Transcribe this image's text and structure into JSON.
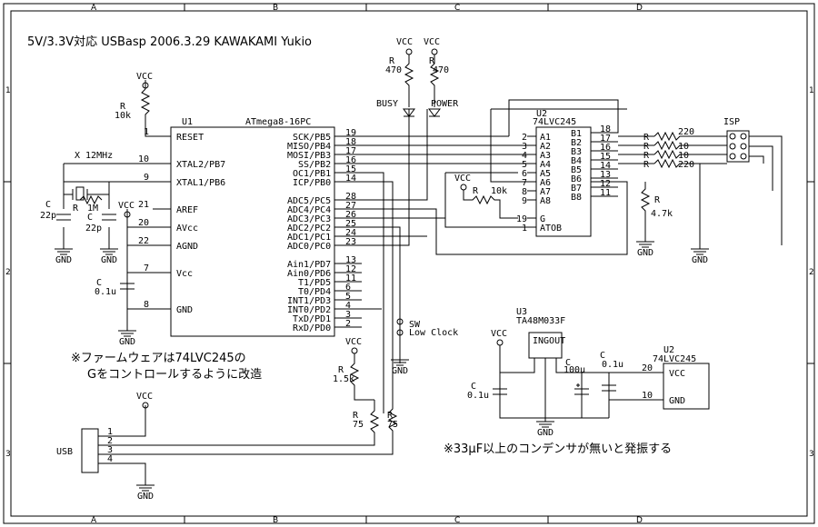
{
  "title": "5V/3.3V対応 USBasp  2006.3.29 KAWAKAMI Yukio",
  "border": {
    "cols": [
      "A",
      "B",
      "C",
      "D"
    ],
    "rows": [
      "1",
      "2",
      "3"
    ]
  },
  "u1": {
    "ref": "U1",
    "part": "ATmega8-16PC",
    "left": [
      {
        "num": "1",
        "name": "RESET"
      },
      {
        "num": "10",
        "name": "XTAL2/PB7"
      },
      {
        "num": "9",
        "name": "XTAL1/PB6"
      },
      {
        "num": "21",
        "name": "AREF"
      },
      {
        "num": "20",
        "name": "AVcc"
      },
      {
        "num": "22",
        "name": "AGND"
      },
      {
        "num": "7",
        "name": "Vcc"
      },
      {
        "num": "8",
        "name": "GND"
      }
    ],
    "right": [
      {
        "num": "19",
        "name": "SCK/PB5"
      },
      {
        "num": "18",
        "name": "MISO/PB4"
      },
      {
        "num": "17",
        "name": "MOSI/PB3"
      },
      {
        "num": "16",
        "name": "SS/PB2"
      },
      {
        "num": "15",
        "name": "OC1/PB1"
      },
      {
        "num": "14",
        "name": "ICP/PB0"
      },
      {
        "num": "28",
        "name": "ADC5/PC5"
      },
      {
        "num": "27",
        "name": "ADC4/PC4"
      },
      {
        "num": "26",
        "name": "ADC3/PC3"
      },
      {
        "num": "25",
        "name": "ADC2/PC2"
      },
      {
        "num": "24",
        "name": "ADC1/PC1"
      },
      {
        "num": "23",
        "name": "ADC0/PC0"
      },
      {
        "num": "13",
        "name": "Ain1/PD7"
      },
      {
        "num": "12",
        "name": "Ain0/PD6"
      },
      {
        "num": "11",
        "name": "T1/PD5"
      },
      {
        "num": "6",
        "name": "T0/PD4"
      },
      {
        "num": "5",
        "name": "INT1/PD3"
      },
      {
        "num": "4",
        "name": "INT0/PD2"
      },
      {
        "num": "3",
        "name": "TxD/PD1"
      },
      {
        "num": "2",
        "name": "RxD/PD0"
      }
    ]
  },
  "u2": {
    "ref": "U2",
    "part": "74LVC245",
    "left": [
      {
        "num": "2",
        "name": "A1"
      },
      {
        "num": "3",
        "name": "A2"
      },
      {
        "num": "4",
        "name": "A3"
      },
      {
        "num": "5",
        "name": "A4"
      },
      {
        "num": "6",
        "name": "A5"
      },
      {
        "num": "7",
        "name": "A6"
      },
      {
        "num": "8",
        "name": "A7"
      },
      {
        "num": "9",
        "name": "A8"
      },
      {
        "num": "19",
        "name": "G"
      },
      {
        "num": "1",
        "name": "ATOB"
      }
    ],
    "right": [
      {
        "num": "18",
        "name": "B1"
      },
      {
        "num": "17",
        "name": "B2"
      },
      {
        "num": "16",
        "name": "B3"
      },
      {
        "num": "15",
        "name": "B4"
      },
      {
        "num": "14",
        "name": "B5"
      },
      {
        "num": "13",
        "name": "B6"
      },
      {
        "num": "12",
        "name": "B7"
      },
      {
        "num": "11",
        "name": "B8"
      }
    ]
  },
  "u2pwr": {
    "ref": "U2",
    "part": "74LVC245",
    "vcc": "VCC",
    "gnd": "GND",
    "vcc_pin": "20",
    "gnd_pin": "10"
  },
  "u3": {
    "ref": "U3",
    "part": "TA48M033F",
    "pins": "INGOUT"
  },
  "labels": {
    "vcc": "VCC",
    "gnd": "GND",
    "r": "R",
    "c": "C",
    "r10k": "10k",
    "r470": "470",
    "r1M": "1M",
    "r10k_b": "10k",
    "r47k": "4.7k",
    "r15k": "1.5k",
    "r75": "75",
    "r220": "220",
    "r10": "10",
    "c22p": "22p",
    "c01u": "0.1u",
    "c100u": "100u",
    "xtal": "X 12MHz",
    "busy": "BUSY",
    "power": "POWER",
    "sw": "SW",
    "lowclock": "Low Clock",
    "isp": "ISP",
    "usb": "USB"
  },
  "usb_pins": [
    "1",
    "2",
    "3",
    "4"
  ],
  "notes": {
    "firmware1": "※ファームウェアは74LVC245の",
    "firmware2": "Gをコントロールするように改造",
    "capacitor": "※33μF以上のコンデンサが無いと発振する"
  }
}
